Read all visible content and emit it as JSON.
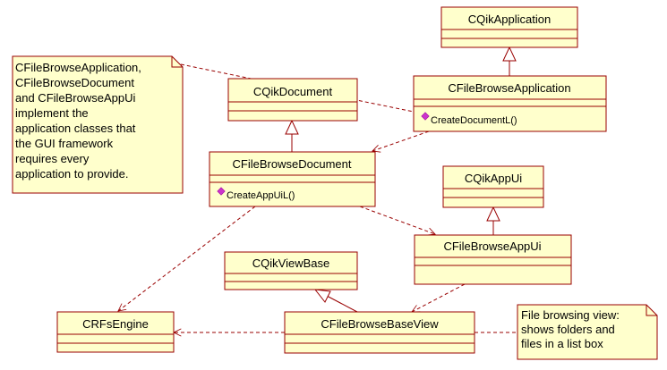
{
  "diagram": {
    "classes": {
      "qik_application": {
        "name": "CQikApplication"
      },
      "file_browse_application": {
        "name": "CFileBrowseApplication",
        "operation": "CreateDocumentL()"
      },
      "qik_document": {
        "name": "CQikDocument"
      },
      "file_browse_document": {
        "name": "CFileBrowseDocument",
        "operation": "CreateAppUiL()"
      },
      "qik_app_ui": {
        "name": "CQikAppUi"
      },
      "file_browse_app_ui": {
        "name": "CFileBrowseAppUi"
      },
      "qik_view_base": {
        "name": "CQikViewBase"
      },
      "file_browse_base_view": {
        "name": "CFileBrowseBaseView"
      },
      "rfs_engine": {
        "name": "CRFsEngine"
      }
    },
    "notes": {
      "app_classes_note": {
        "lines": [
          "CFileBrowseApplication,",
          "CFileBrowseDocument",
          "and CFileBrowseAppUi",
          "implement the",
          "application classes that",
          "the GUI framework",
          "requires every",
          "application to provide."
        ]
      },
      "view_note": {
        "lines": [
          "File browsing view:",
          "shows folders and",
          "files in a list box"
        ]
      }
    },
    "colors": {
      "class_fill": "#ffffcc",
      "class_border": "#990000",
      "line": "#990000",
      "operation_marker": "#cc33cc"
    }
  }
}
